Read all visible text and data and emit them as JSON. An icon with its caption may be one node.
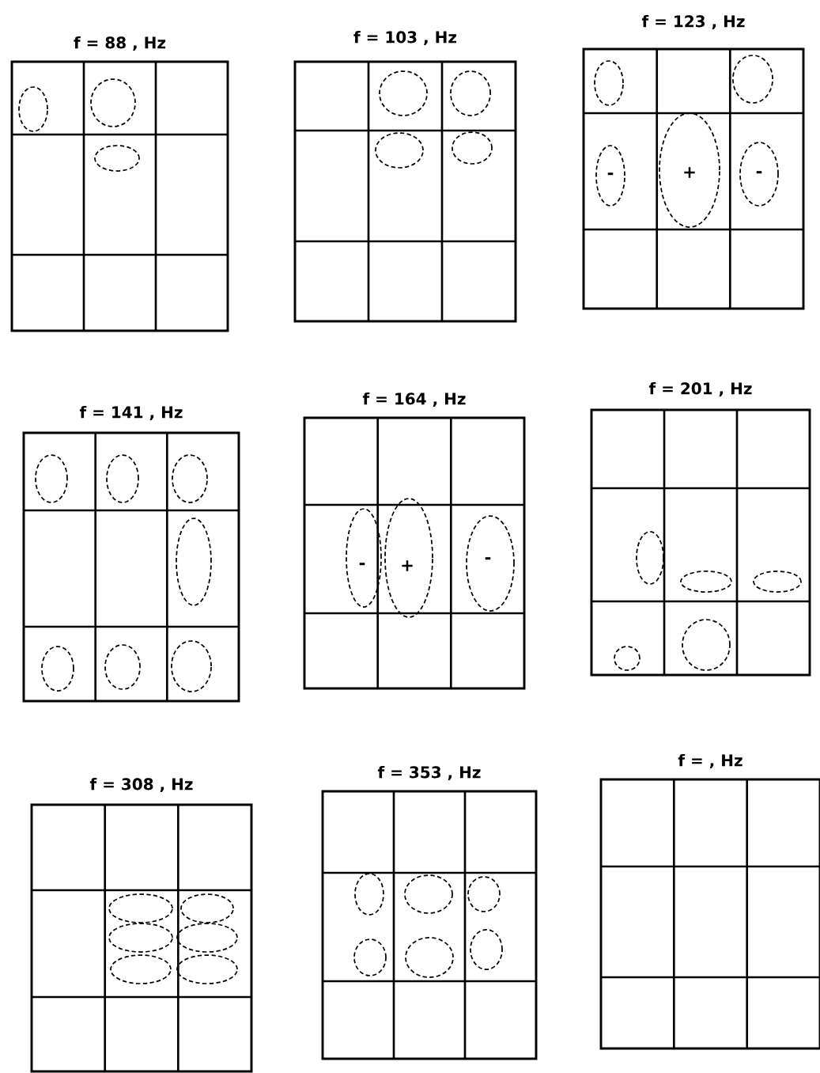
{
  "diagram": {
    "nodes": [
      {
        "text": [
          "f = 88 , Hz"
        ]
      },
      {
        "text": [
          "f = 103 , Hz"
        ]
      },
      {
        "text": [
          "f = 123 , Hz"
        ]
      },
      {
        "text": [
          "f = 141 , Hz"
        ]
      },
      {
        "text": [
          "f = 164 , Hz"
        ]
      },
      {
        "text": [
          "f = 201 , Hz"
        ]
      },
      {
        "text": [
          "f = 308 , Hz"
        ]
      },
      {
        "text": [
          "f = 353 , Hz"
        ]
      },
      {
        "text": [
          "f = , Hz"
        ]
      }
    ],
    "labels": [
      "-",
      "+",
      "-",
      "-",
      "+",
      "-"
    ]
  }
}
